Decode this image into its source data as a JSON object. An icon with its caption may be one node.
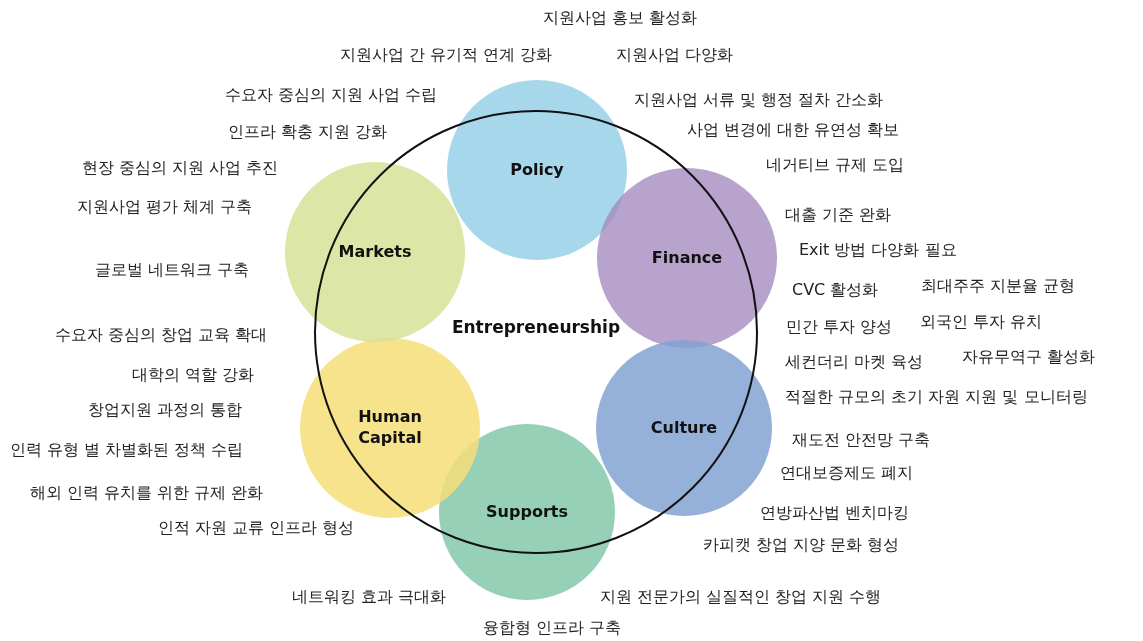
{
  "diagram": {
    "nodes": [
      {
        "text": [
          "Entrepreneurship"
        ]
      },
      {
        "text": [
          "Policy"
        ]
      },
      {
        "text": [
          "Finance"
        ]
      },
      {
        "text": [
          "Culture"
        ]
      },
      {
        "text": [
          "Supports"
        ]
      },
      {
        "text": [
          "Human Capital"
        ]
      },
      {
        "text": [
          "Markets"
        ]
      }
    ],
    "labels": [
      "지원사업 홍보 활성화",
      "지원사업 간 유기적 연계 강화",
      "지원사업 다양화",
      "수요자 중심의 지원 사업 수립",
      "지원사업 서류 및 행정 절차 간소화",
      "인프라 확충 지원 강화",
      "사업 변경에 대한 유연성 확보",
      "현장 중심의 지원 사업 추진",
      "네거티브 규제 도입",
      "지원사업 평가 체계 구축",
      "대출 기준 완화",
      "Exit 방법 다양화 필요",
      "글로벌 네트워크 구축",
      "CVC 활성화",
      "최대주주 지분율 균형",
      "민간 투자 양성",
      "외국인 투자 유치",
      "수요자 중심의 창업 교육 확대",
      "세컨더리 마켓 육성",
      "자유무역구 활성화",
      "대학의 역할 강화",
      "적절한 규모의 초기 자원 지원 및 모니터링",
      "창업지원 과정의 통합",
      "인력 유형 별 차별화된 정책 수립",
      "재도전 안전망 구축",
      "연대보증제도 폐지",
      "해외 인력 유치를 위한 규제 완화",
      "연방파산법 벤치마킹",
      "인적 자원 교류 인프라 형성",
      "카피캣 창업 지양 문화 형성",
      "네트워킹 효과 극대화",
      "지원 전문가의 실질적인 창업 지원 수행",
      "융합형 인프라 구축"
    ]
  }
}
